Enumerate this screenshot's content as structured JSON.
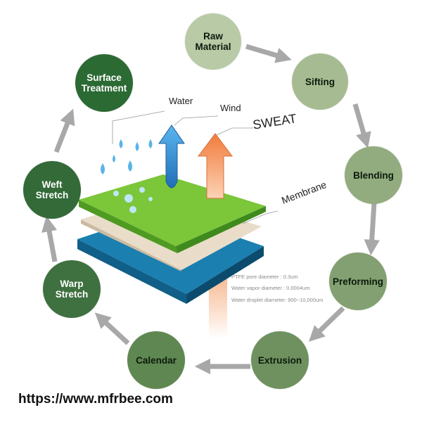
{
  "cycle": {
    "stages": [
      {
        "label": "Raw\nMaterial",
        "color": "#b8caa6"
      },
      {
        "label": "Sifting",
        "color": "#a6bb92"
      },
      {
        "label": "Blending",
        "color": "#92ac80"
      },
      {
        "label": "Preforming",
        "color": "#82a071"
      },
      {
        "label": "Extrusion",
        "color": "#6f9160"
      },
      {
        "label": "Calendar",
        "color": "#5f8752"
      },
      {
        "label": "Warp\nStretch",
        "color": "#3f7040"
      },
      {
        "label": "Weft\nStretch",
        "color": "#336a38"
      },
      {
        "label": "Surface\nTreatment",
        "color": "#2c6a34"
      }
    ],
    "arrow_color": "#a8a8a8"
  },
  "membrane_graphic": {
    "labels": {
      "water": "Water",
      "wind": "Wind",
      "sweat": "SWEAT",
      "membrane": "Membrane"
    },
    "specs": [
      "PTFE pore diameter : 0.3um",
      "Water vapor diameter : 0.0004um",
      "Water droplet diameter: 900~10,000um"
    ],
    "colors": {
      "top_layer": "#7cc63a",
      "middle_layer": "#e9ddca",
      "bottom_layer": "#1b7fb0",
      "wind_arrow": "#3a9ad9",
      "sweat_arrow": "#f08a4a",
      "water_drop": "#5ab4e6"
    }
  },
  "watermark": "https://www.mfrbee.com"
}
